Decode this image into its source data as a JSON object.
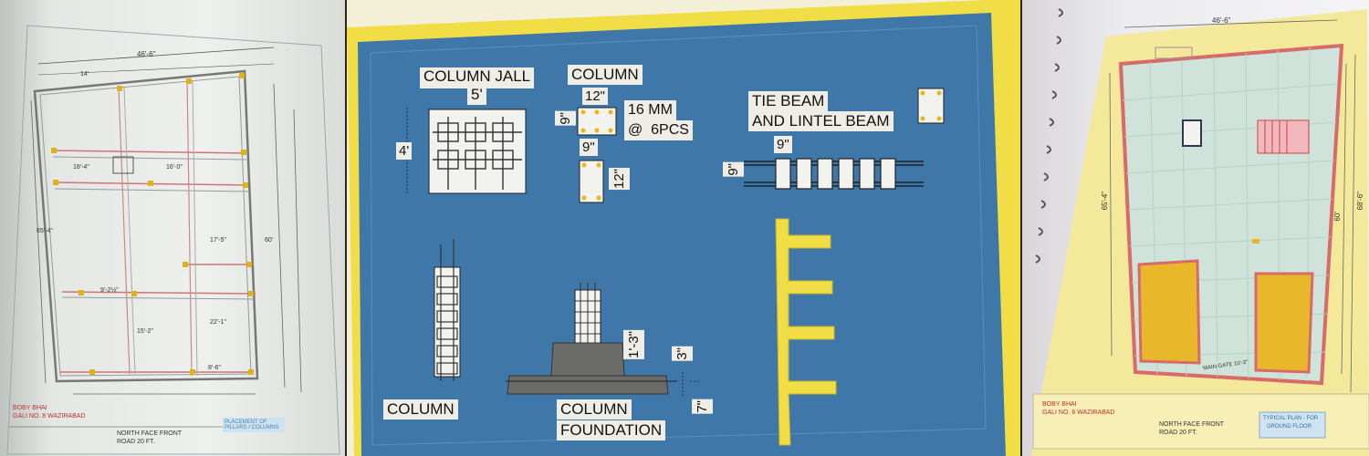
{
  "left_plan": {
    "overall_width": "46'-6\"",
    "client_name": "BOBY BHAI",
    "client_address": "GALI NO. 8 WAZIRABAD",
    "front_note_1": "NORTH FACE FRONT",
    "front_note_2": "ROAD 20 FT.",
    "title_box": "PLACEMENT OF PILLARS / COLUMNS",
    "dims": [
      "14'",
      "18'-4\"",
      "16'-0\"",
      "17'-5\"",
      "9'-2½\"",
      "8'-6\"",
      "22'-1\"",
      "15'-2\"",
      "60'",
      "65'-4\""
    ]
  },
  "center_detail": {
    "colors": {
      "background": "#3f78a8",
      "border": "#f1dd45",
      "label_bg": "#efeee6",
      "footing": "#6b6b69",
      "strip": "#f1dd45"
    },
    "column_jall_title": "COLUMN JALL",
    "column_jall_width": "5'",
    "column_jall_height": "4'",
    "column_title": "COLUMN",
    "column_width_12": "12\"",
    "column_side_9": "9\"",
    "column_bottom_9": "9\"",
    "column_side_12": "12\"",
    "bars_line1": "16 MM",
    "bars_line2": "@  6PCS",
    "tie_beam_line1": "TIE BEAM",
    "tie_beam_line2": "AND LINTEL BEAM",
    "beam_width": "9\"",
    "beam_side": "9\"",
    "column_elev_label": "COLUMN",
    "foundation_line1": "COLUMN",
    "foundation_line2": "FOUNDATION",
    "foundation_height": "1'-3\"",
    "foundation_3": "3\"",
    "foundation_7": "7\""
  },
  "right_plan": {
    "overall_width": "46'-6\"",
    "left_dim": "65'-4\"",
    "right_dim_1": "60'",
    "right_dim_2": "68'-6\"",
    "gate": "MAIN GATE 10'-3\"",
    "client_name": "BOBY BHAI",
    "client_address": "GALI NO. 8 WAZIRABAD",
    "front_note_1": "NORTH FACE FRONT",
    "front_note_2": "ROAD 20 FT.",
    "title_box_1": "TYPICAL PLAN - FOR",
    "title_box_2": "GROUND FLOOR",
    "colors": {
      "plot": "#f4e89a",
      "floor": "#cfe3da",
      "shop": "#e8b82a",
      "wall": "#d96a6a"
    }
  }
}
